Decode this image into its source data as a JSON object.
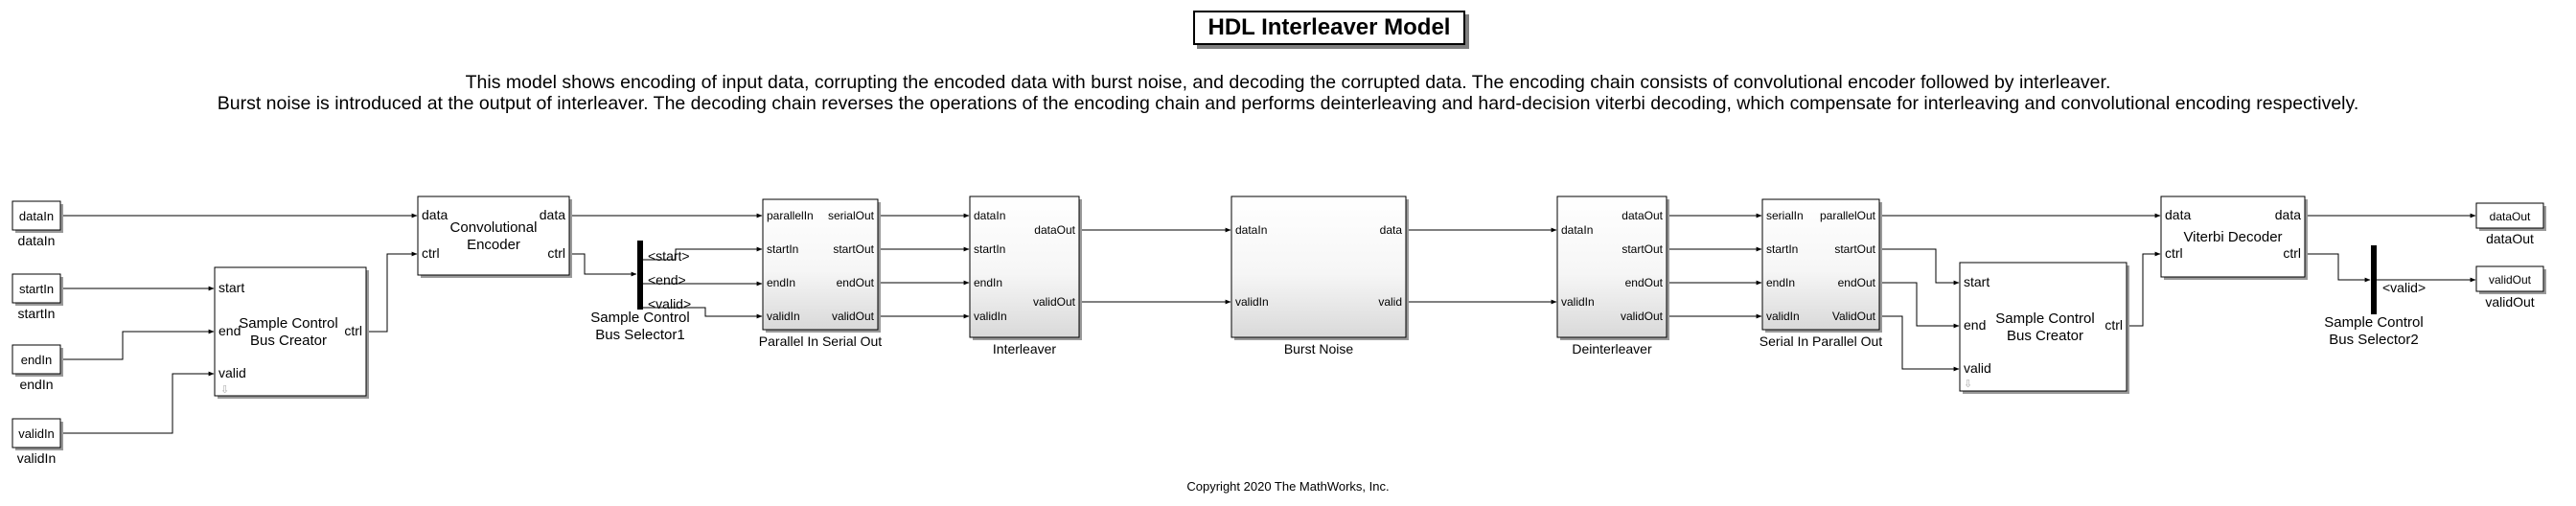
{
  "title": "HDL Interleaver Model",
  "description": {
    "line1": "This model shows encoding of input data, corrupting the encoded data with burst noise, and decoding the corrupted data. The encoding chain consists of convolutional encoder followed by interleaver.",
    "line2": "Burst noise is introduced at the output of interleaver. The decoding chain reverses the operations of the encoding chain and performs deinterleaving and hard-decision viterbi decoding, which compensate for interleaving and convolutional encoding respectively."
  },
  "inports": [
    {
      "id": "dataIn",
      "label": "dataIn",
      "caption": "dataIn"
    },
    {
      "id": "startIn",
      "label": "startIn",
      "caption": "startIn"
    },
    {
      "id": "endIn",
      "label": "endIn",
      "caption": "endIn"
    },
    {
      "id": "validIn",
      "label": "validIn",
      "caption": "validIn"
    }
  ],
  "outports": [
    {
      "id": "dataOut",
      "label": "dataOut",
      "caption": "dataOut"
    },
    {
      "id": "validOut",
      "label": "validOut",
      "caption": "validOut"
    }
  ],
  "blocks": {
    "conv_encoder": {
      "title": [
        "Convolutional",
        "Encoder"
      ],
      "in": [
        "data",
        "ctrl"
      ],
      "out": [
        "data",
        "ctrl"
      ]
    },
    "bus_creator1": {
      "title": [
        "Sample Control",
        "Bus Creator"
      ],
      "caption": "",
      "in": [
        "start",
        "end",
        "valid"
      ],
      "out": [
        "ctrl"
      ]
    },
    "bus_selector1": {
      "out": [
        "<start>",
        "<end>",
        "<valid>"
      ],
      "caption": [
        "Sample Control",
        "Bus Selector1"
      ]
    },
    "p2s": {
      "caption": "Parallel In Serial Out",
      "in": [
        "parallelIn",
        "startIn",
        "endIn",
        "validIn"
      ],
      "out": [
        "serialOut",
        "startOut",
        "endOut",
        "validOut"
      ]
    },
    "interleaver": {
      "caption": "Interleaver",
      "in": [
        "dataIn",
        "startIn",
        "endIn",
        "validIn"
      ],
      "out": [
        "dataOut",
        "validOut"
      ]
    },
    "burst_noise": {
      "caption": "Burst Noise",
      "in": [
        "dataIn",
        "validIn"
      ],
      "out": [
        "data",
        "valid"
      ]
    },
    "deinterleaver": {
      "caption": "Deinterleaver",
      "in": [
        "dataIn",
        "validIn"
      ],
      "out": [
        "dataOut",
        "startOut",
        "endOut",
        "validOut"
      ]
    },
    "s2p": {
      "caption": "Serial In Parallel Out",
      "in": [
        "serialIn",
        "startIn",
        "endIn",
        "validIn"
      ],
      "out": [
        "parallelOut",
        "startOut",
        "endOut",
        "ValidOut"
      ]
    },
    "bus_creator2": {
      "title": [
        "Sample Control",
        "Bus Creator"
      ],
      "in": [
        "start",
        "end",
        "valid"
      ],
      "out": [
        "ctrl"
      ]
    },
    "viterbi": {
      "title": [
        "Viterbi Decoder"
      ],
      "in": [
        "data",
        "ctrl"
      ],
      "out": [
        "data",
        "ctrl"
      ]
    },
    "bus_selector2": {
      "out": [
        "<valid>"
      ],
      "caption": [
        "Sample Control",
        "Bus Selector2"
      ]
    }
  },
  "copyright": "Copyright 2020 The MathWorks, Inc."
}
